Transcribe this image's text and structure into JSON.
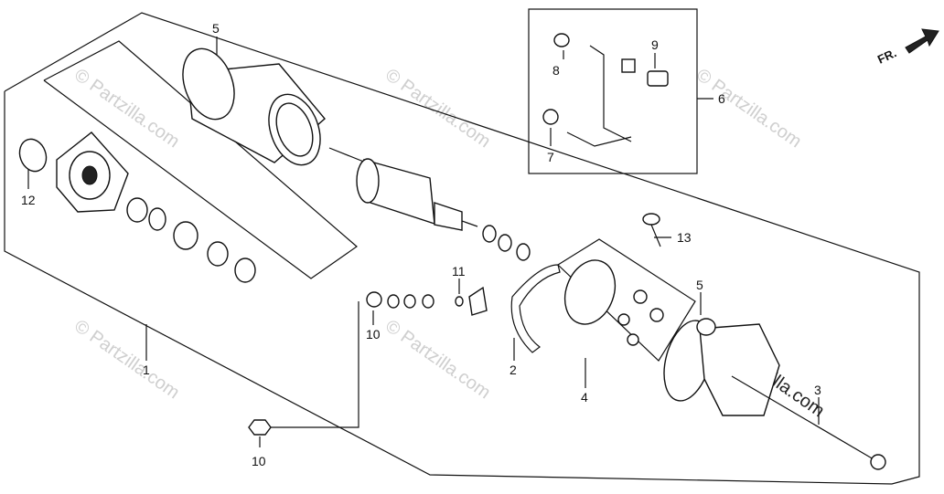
{
  "orientation": {
    "label": "FR."
  },
  "watermark": {
    "text": "© Partzilla.com"
  },
  "callouts": [
    "1",
    "2",
    "3",
    "4",
    "5",
    "5",
    "6",
    "7",
    "8",
    "9",
    "10",
    "10",
    "11",
    "12",
    "13"
  ]
}
